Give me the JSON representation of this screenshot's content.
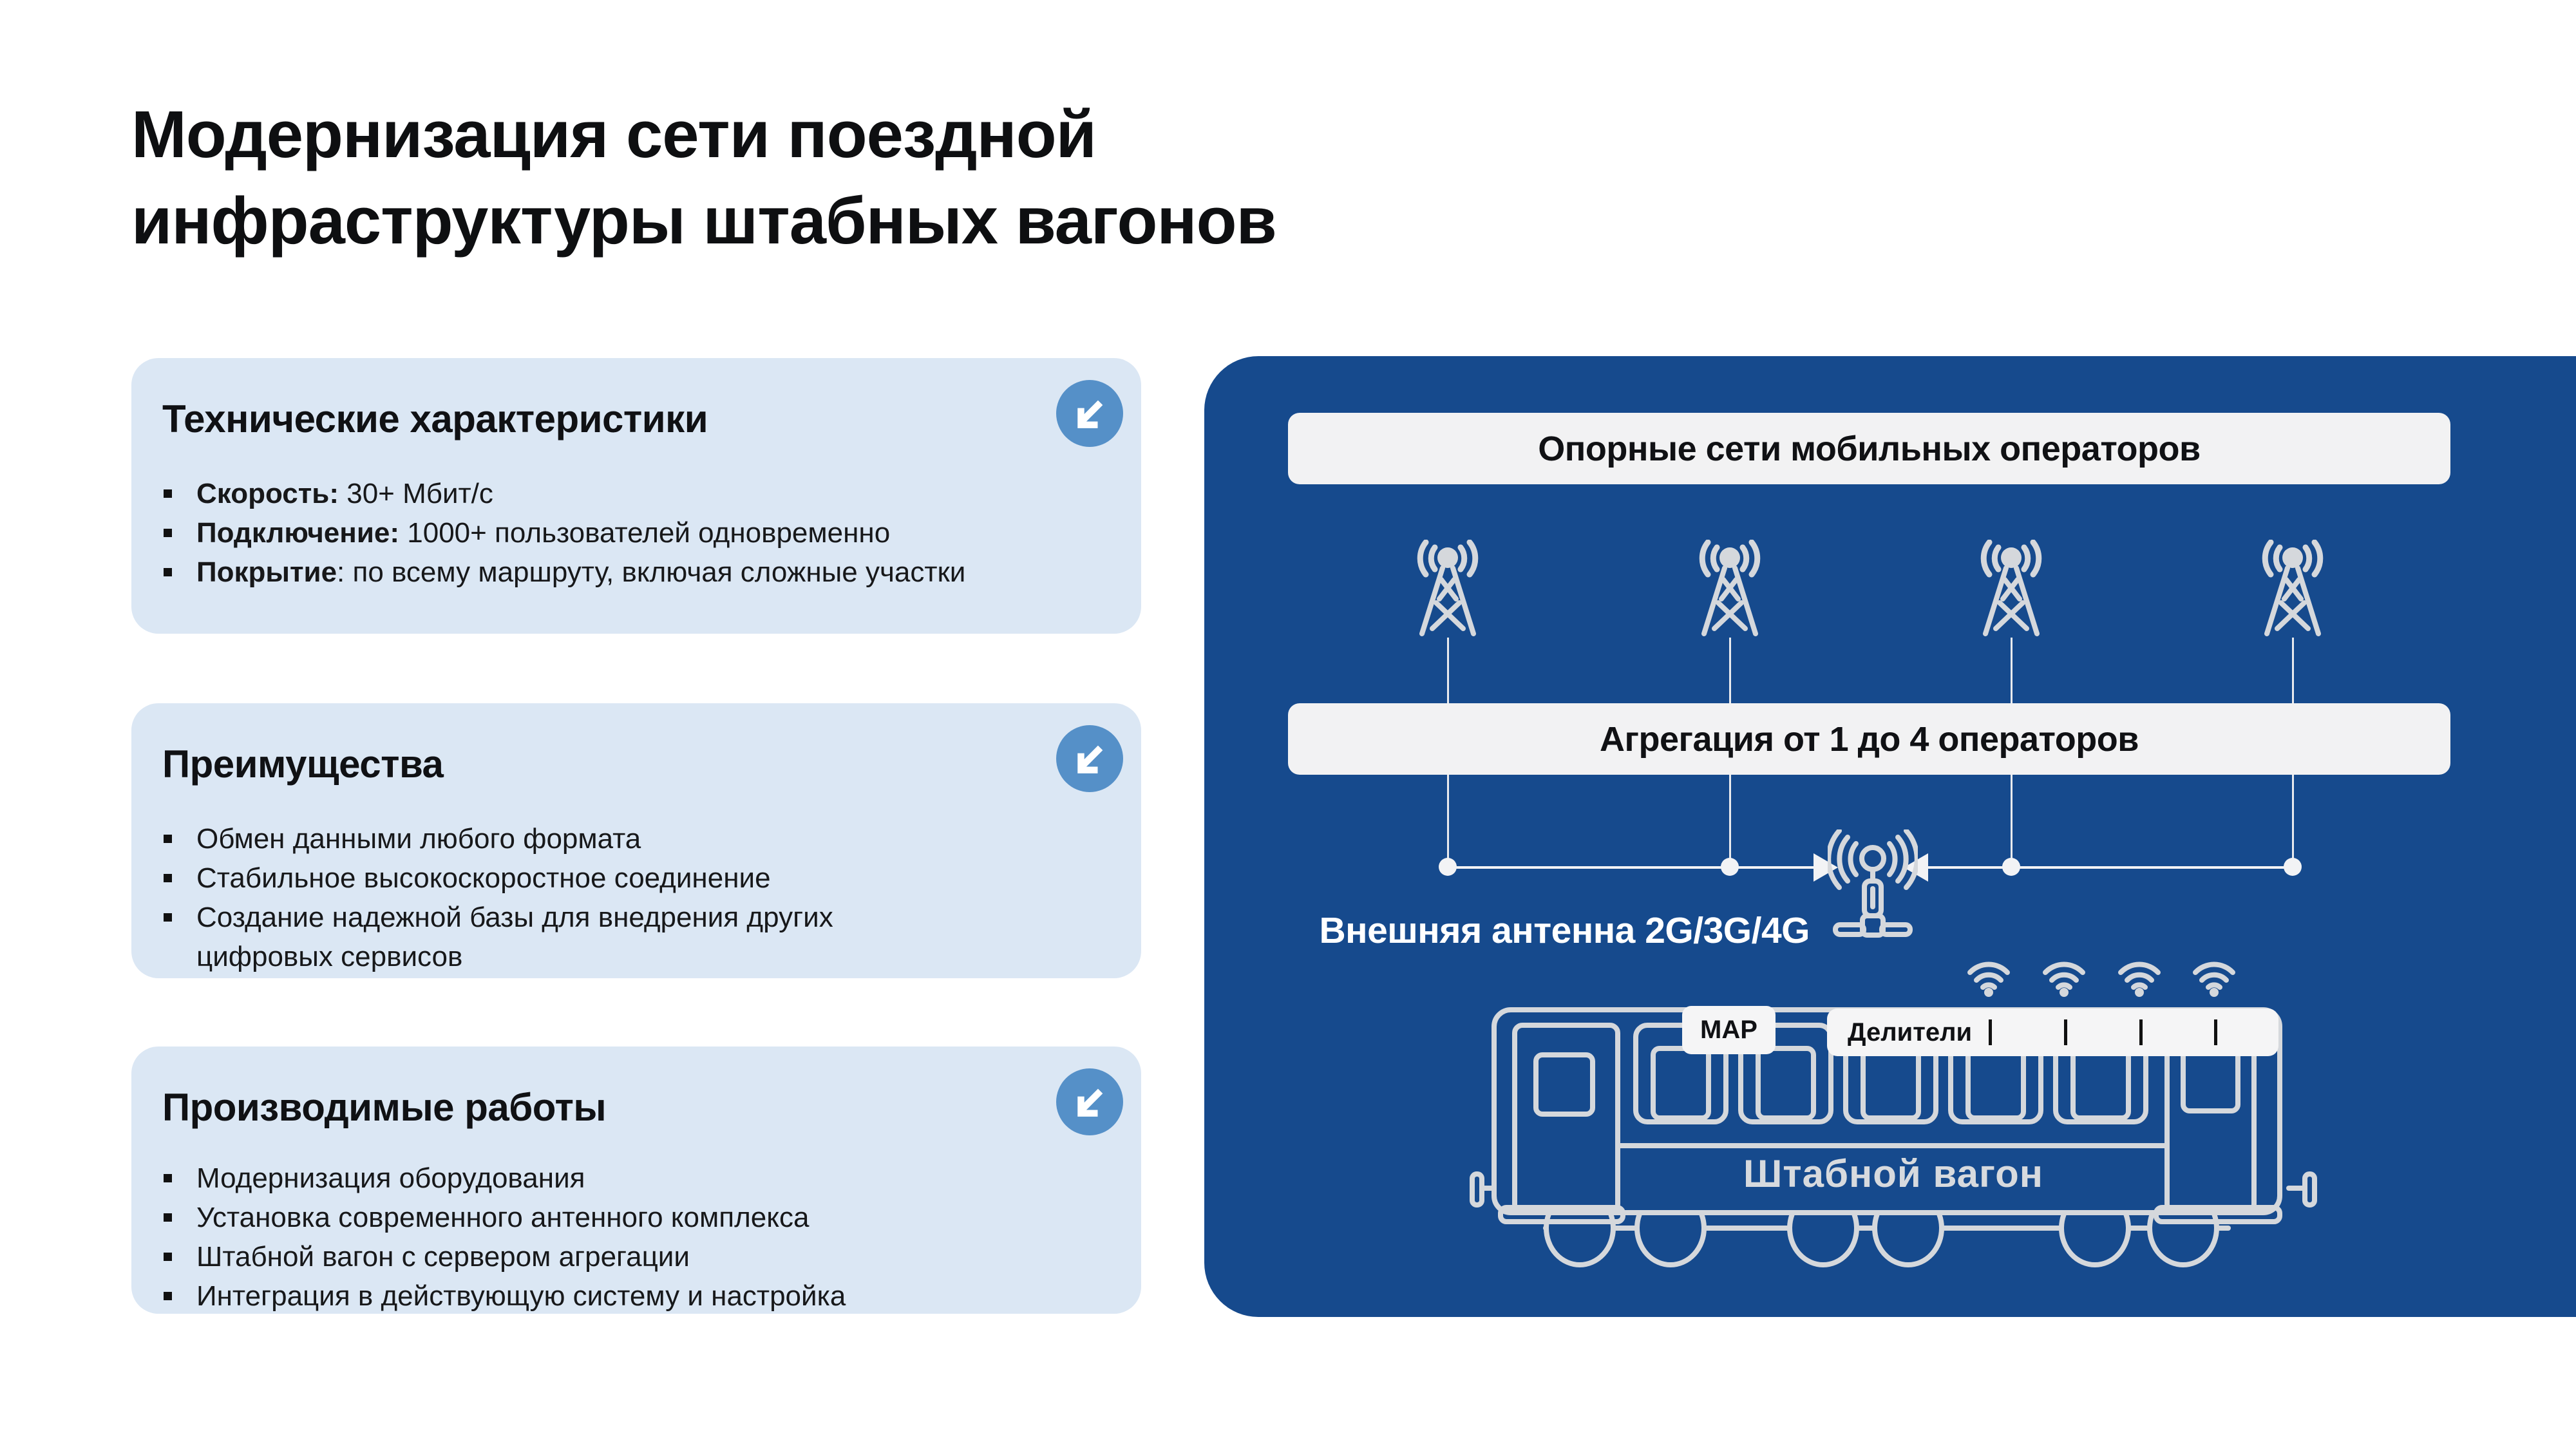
{
  "title": {
    "line1": "Модернизация сети поездной",
    "line2": "инфраструктуры штабных вагонов"
  },
  "cards": [
    {
      "title": "Технические характеристики",
      "bullets": [
        {
          "bold": "Скорость:",
          "text": " 30+ Мбит/с"
        },
        {
          "bold": "Подключение:",
          "text": " 1000+ пользователей одновременно"
        },
        {
          "bold": "Покрытие",
          "text": ": по всему маршруту, включая сложные участки"
        }
      ]
    },
    {
      "title": "Преимущества",
      "bullets": [
        {
          "bold": "",
          "text": "Обмен данными любого формата"
        },
        {
          "bold": "",
          "text": "Стабильное высокоскоростное соединение"
        },
        {
          "bold": "",
          "text": "Создание надежной базы для внедрения других\nцифровых сервисов"
        }
      ]
    },
    {
      "title": "Производимые работы",
      "bullets": [
        {
          "bold": "",
          "text": "Модернизация оборудования"
        },
        {
          "bold": "",
          "text": "Установка современного антенного комплекса"
        },
        {
          "bold": "",
          "text": "Штабной вагон с сервером агрегации"
        },
        {
          "bold": "",
          "text": "Интеграция в действующую систему и настройка"
        }
      ]
    }
  ],
  "diagram": {
    "top_bar_label": "Опорные сети мобильных операторов",
    "middle_bar_label": "Агрегация от 1 до 4 операторов",
    "antenna_label": "Внешняя антенна 2G/3G/4G",
    "map_label": "МАР",
    "dividers_label": "Делители",
    "wagon_label": "Штабной вагон",
    "tower_count": 4,
    "wifi_count": 4,
    "divider_tick_count": 4
  },
  "icons": [
    "arrow-down-left-icon",
    "cell-tower-icon",
    "omni-antenna-icon",
    "wifi-icon",
    "train-car-icon"
  ],
  "colors": {
    "panel_blue": "#164a8d",
    "card_light_blue": "#dbe7f4",
    "button_blue": "#5590c8",
    "bar_offwhite": "#f2f2f3",
    "icon_gray": "#d5d8dc",
    "text_black": "#101114",
    "wagon_text_gray": "#d7dade"
  }
}
